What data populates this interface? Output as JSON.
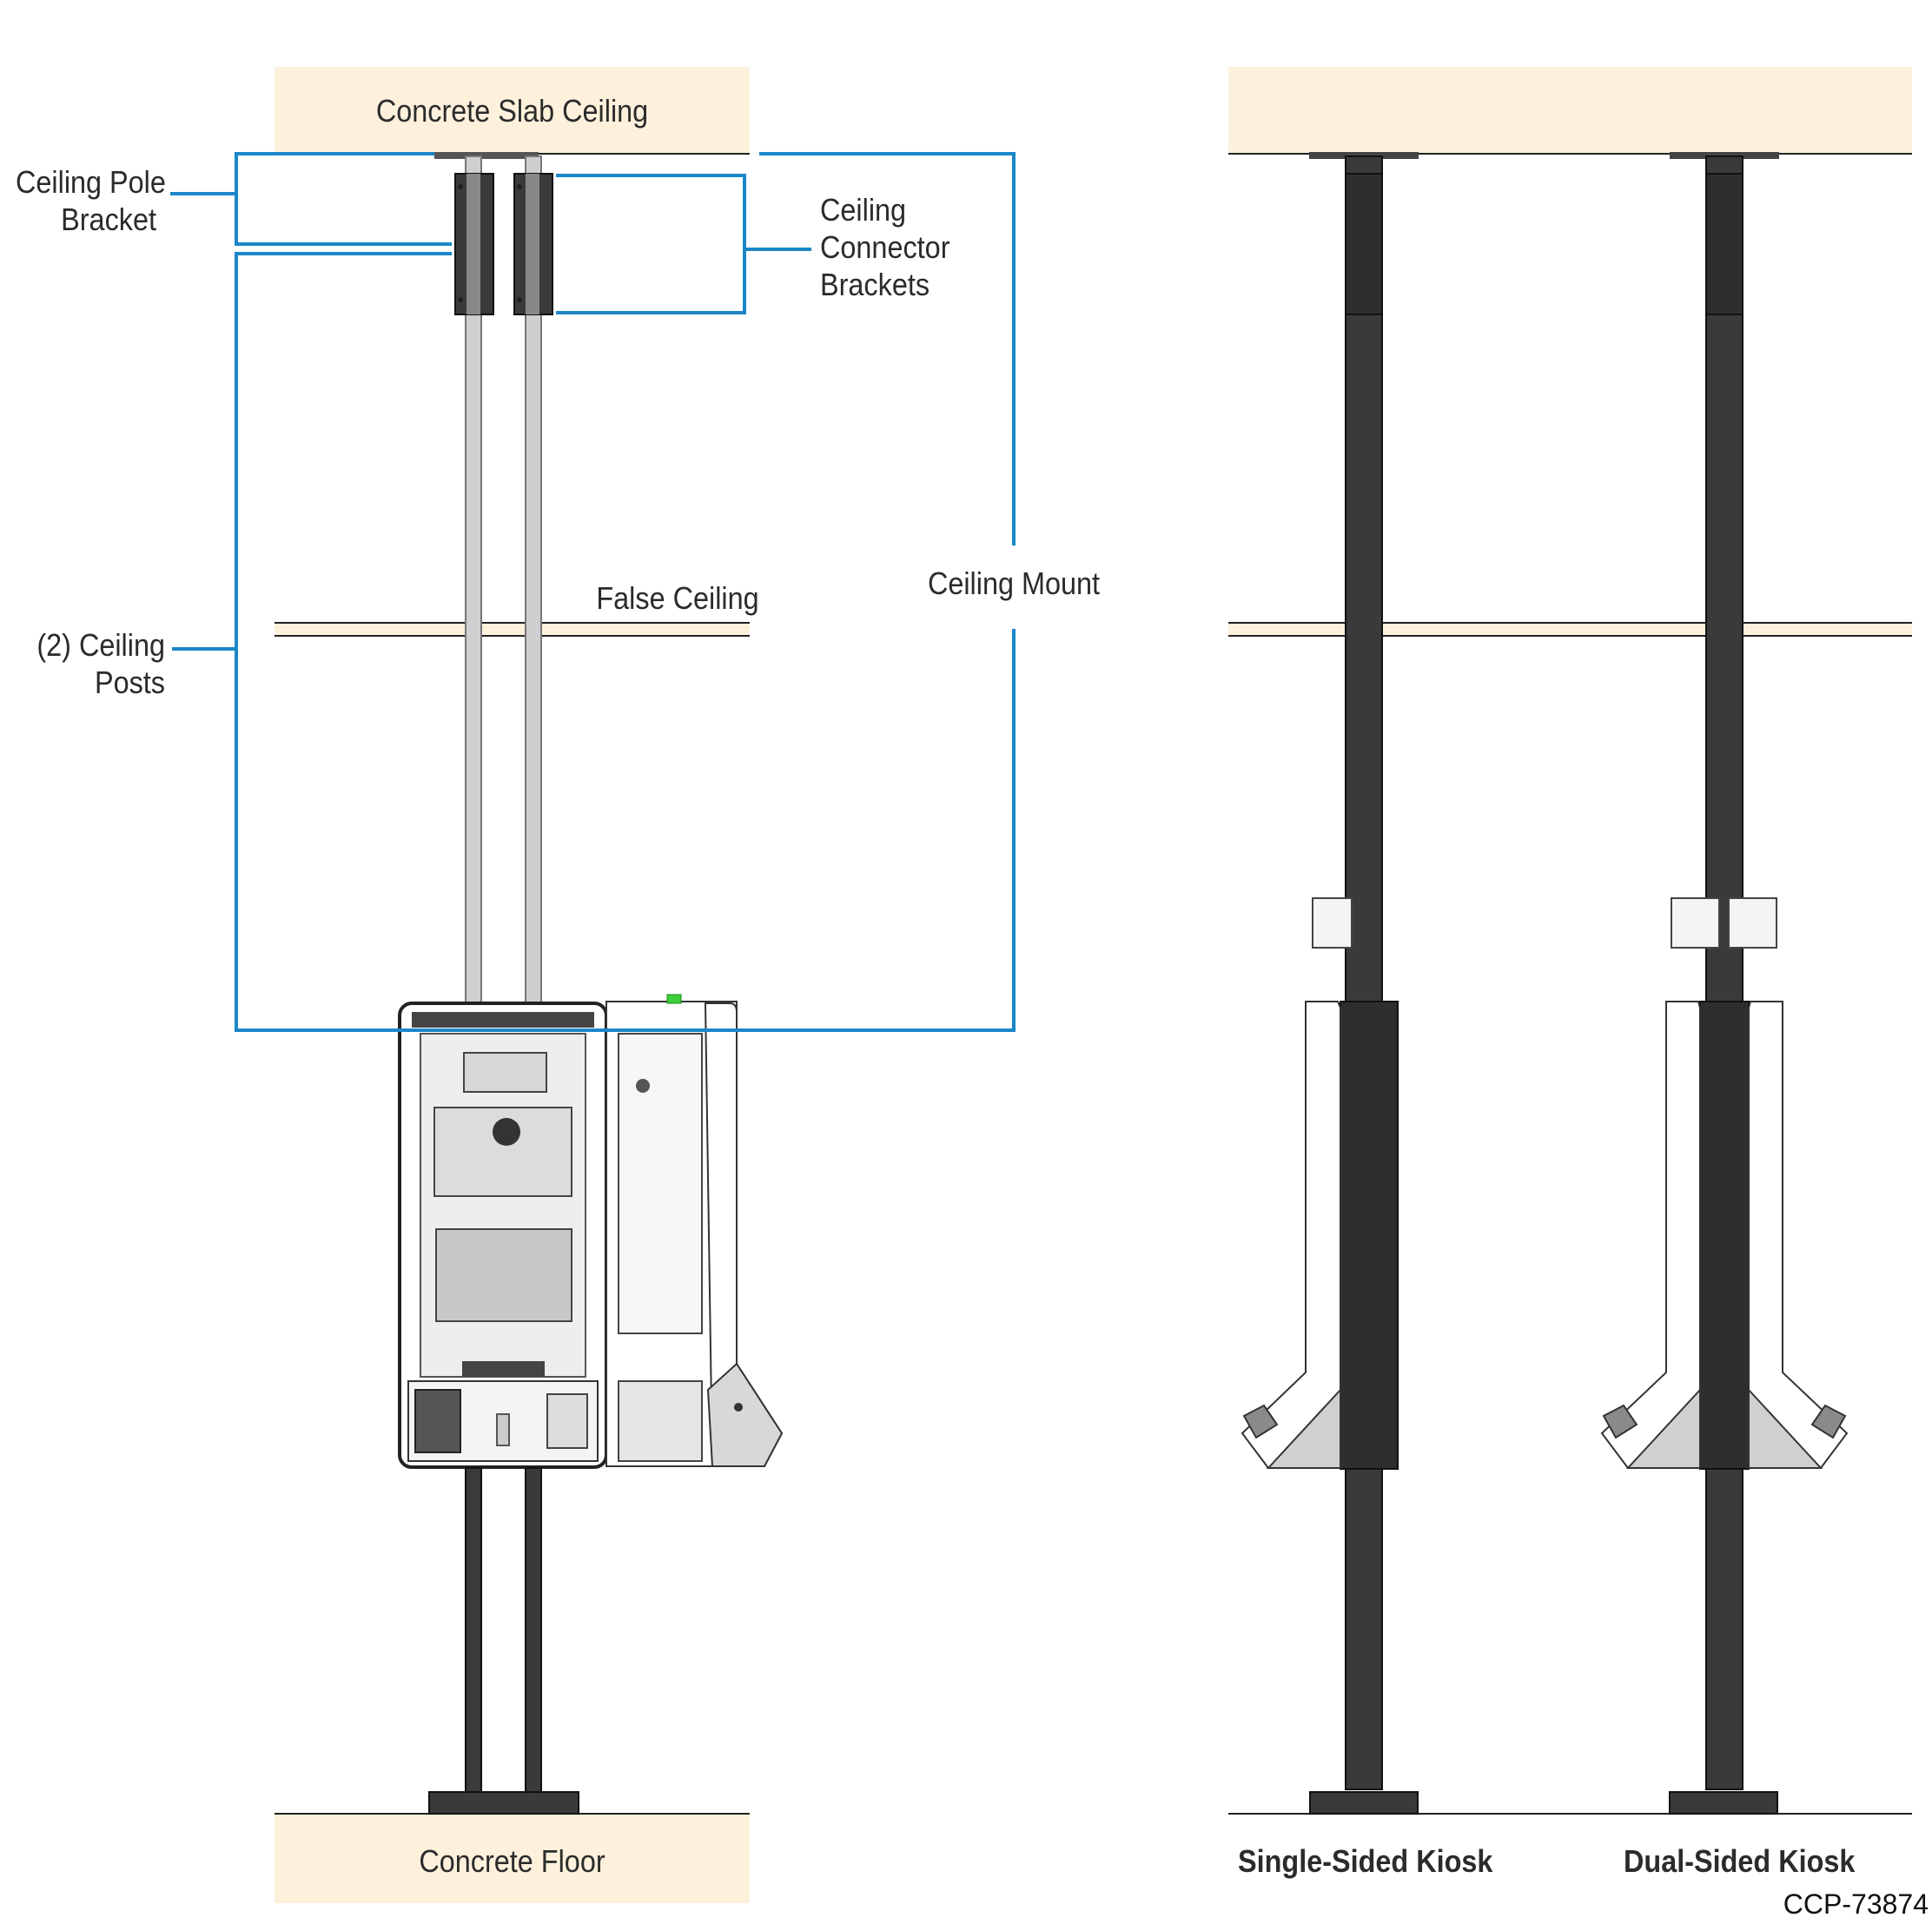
{
  "labels": {
    "concrete_slab_ceiling": "Concrete Slab Ceiling",
    "ceiling_pole_bracket": [
      "Ceiling Pole",
      "Bracket"
    ],
    "ceiling_connector_brackets": [
      "Ceiling",
      "Connector",
      "Brackets"
    ],
    "false_ceiling": "False Ceiling",
    "ceiling_mount": "Ceiling Mount",
    "ceiling_posts": [
      "(2) Ceiling",
      "Posts"
    ],
    "concrete_floor": "Concrete Floor",
    "single_sided_kiosk": "Single-Sided Kiosk",
    "dual_sided_kiosk": "Dual-Sided Kiosk",
    "figure_code": "CCP-73874"
  },
  "colors": {
    "callout_blue": "#1b87c9",
    "slab_fill": "#fdf1dc",
    "post_dark": "#3a3a3a",
    "post_light": "#c8c8c8"
  }
}
